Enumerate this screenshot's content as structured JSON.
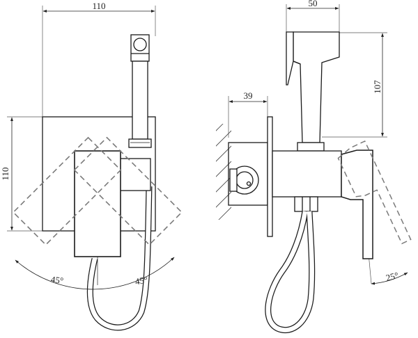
{
  "drawing": {
    "line_color": "#1a1a1a",
    "dash_color": "#7a7a7a",
    "front_view": {
      "dim_width": "110",
      "dim_height": "110",
      "angle_left": "45°",
      "angle_right": "45°"
    },
    "side_view": {
      "dim_handset_width": "50",
      "dim_handset_height": "107",
      "dim_wall_depth": "39",
      "angle_lever": "25°"
    }
  }
}
